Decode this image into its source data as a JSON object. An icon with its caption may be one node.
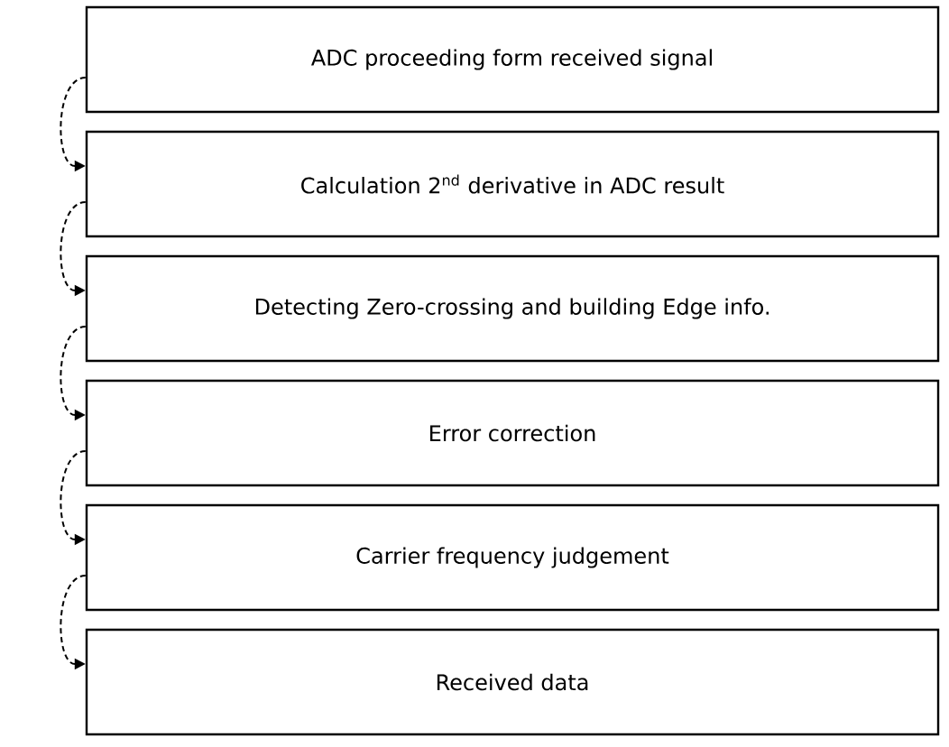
{
  "diagram": {
    "nodes": [
      {
        "text": [
          "ADC proceeding form received signal"
        ]
      },
      {
        "text": [
          "Calculation 2$^{nd}$ derivative in ADC result"
        ]
      },
      {
        "text": [
          "Detecting Zero-crossing and building Edge info."
        ]
      },
      {
        "text": [
          "Error correction"
        ]
      },
      {
        "text": [
          "Carrier frequency judgement"
        ]
      },
      {
        "text": [
          "Received data"
        ]
      }
    ],
    "edges": [
      {
        "from": 0,
        "to": 1,
        "arrow": "to",
        "style": "dashed"
      },
      {
        "from": 1,
        "to": 2,
        "arrow": "to",
        "style": "dashed"
      },
      {
        "from": 2,
        "to": 3,
        "arrow": "to",
        "style": "dashed"
      },
      {
        "from": 3,
        "to": 4,
        "arrow": "to",
        "style": "dashed"
      },
      {
        "from": 4,
        "to": 5,
        "arrow": "to",
        "style": "dashed"
      }
    ]
  }
}
